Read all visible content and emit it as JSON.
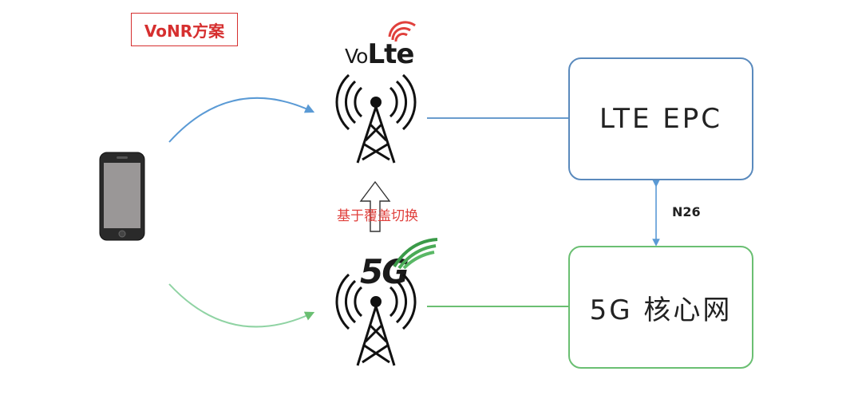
{
  "title": "VoNR方案",
  "nodes": {
    "lte_epc": "LTE EPC",
    "core_5g": "5G 核心网"
  },
  "logos": {
    "volte": {
      "prefix": "Vo",
      "suffix": "Lte"
    },
    "nr": "5G"
  },
  "labels": {
    "handover": "基于覆盖切换",
    "n26": "N26"
  },
  "colors": {
    "title_red": "#d62f2f",
    "lte_blue": "#5a8abd",
    "nr_green": "#6abf72",
    "handover_red": "#e0403c"
  }
}
